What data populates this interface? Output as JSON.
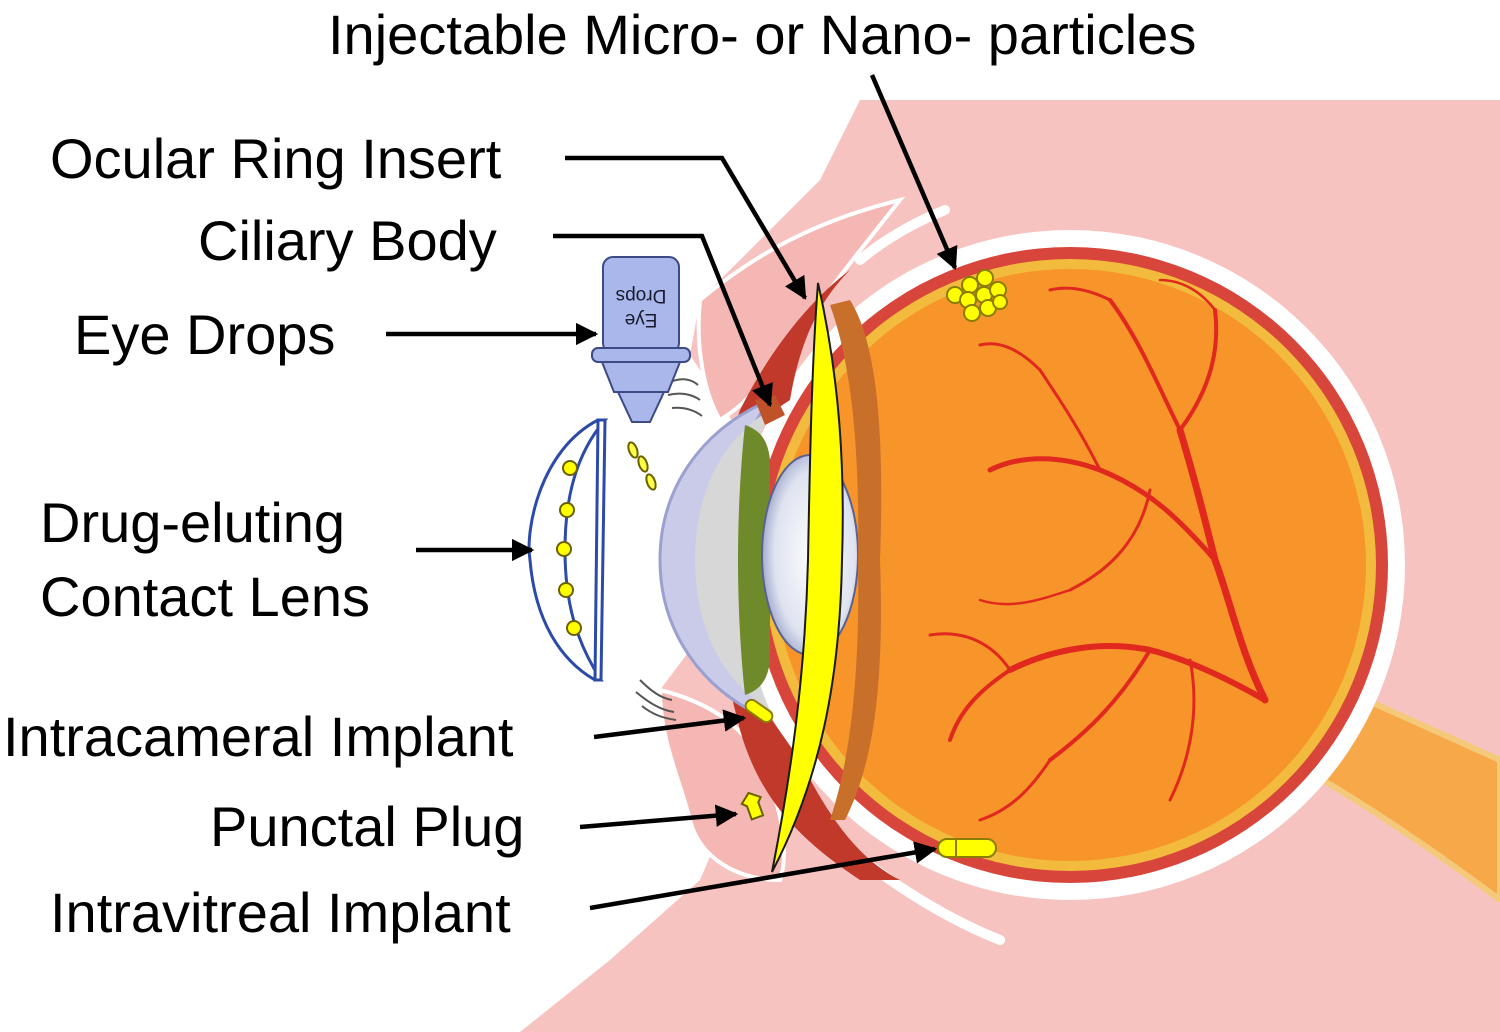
{
  "labels": {
    "nanoparticles": "Injectable Micro- or Nano- particles",
    "ring": "Ocular Ring Insert",
    "ciliary": "Ciliary Body",
    "drops": "Eye Drops",
    "lens1": "Drug-eluting",
    "lens2": "Contact Lens",
    "intracameral": "Intracameral Implant",
    "punctal": "Punctal Plug",
    "intravitreal": "Intravitreal Implant"
  },
  "bottle": {
    "line1": "Eye",
    "line2": "Drops"
  },
  "colors": {
    "skin": "#f7c3c0",
    "vitreous": "#f7942a",
    "insert": "#ffff00",
    "vessel": "#e0281e",
    "bottle": "#a9b7ea",
    "lens_outline": "#2c4aa8"
  }
}
